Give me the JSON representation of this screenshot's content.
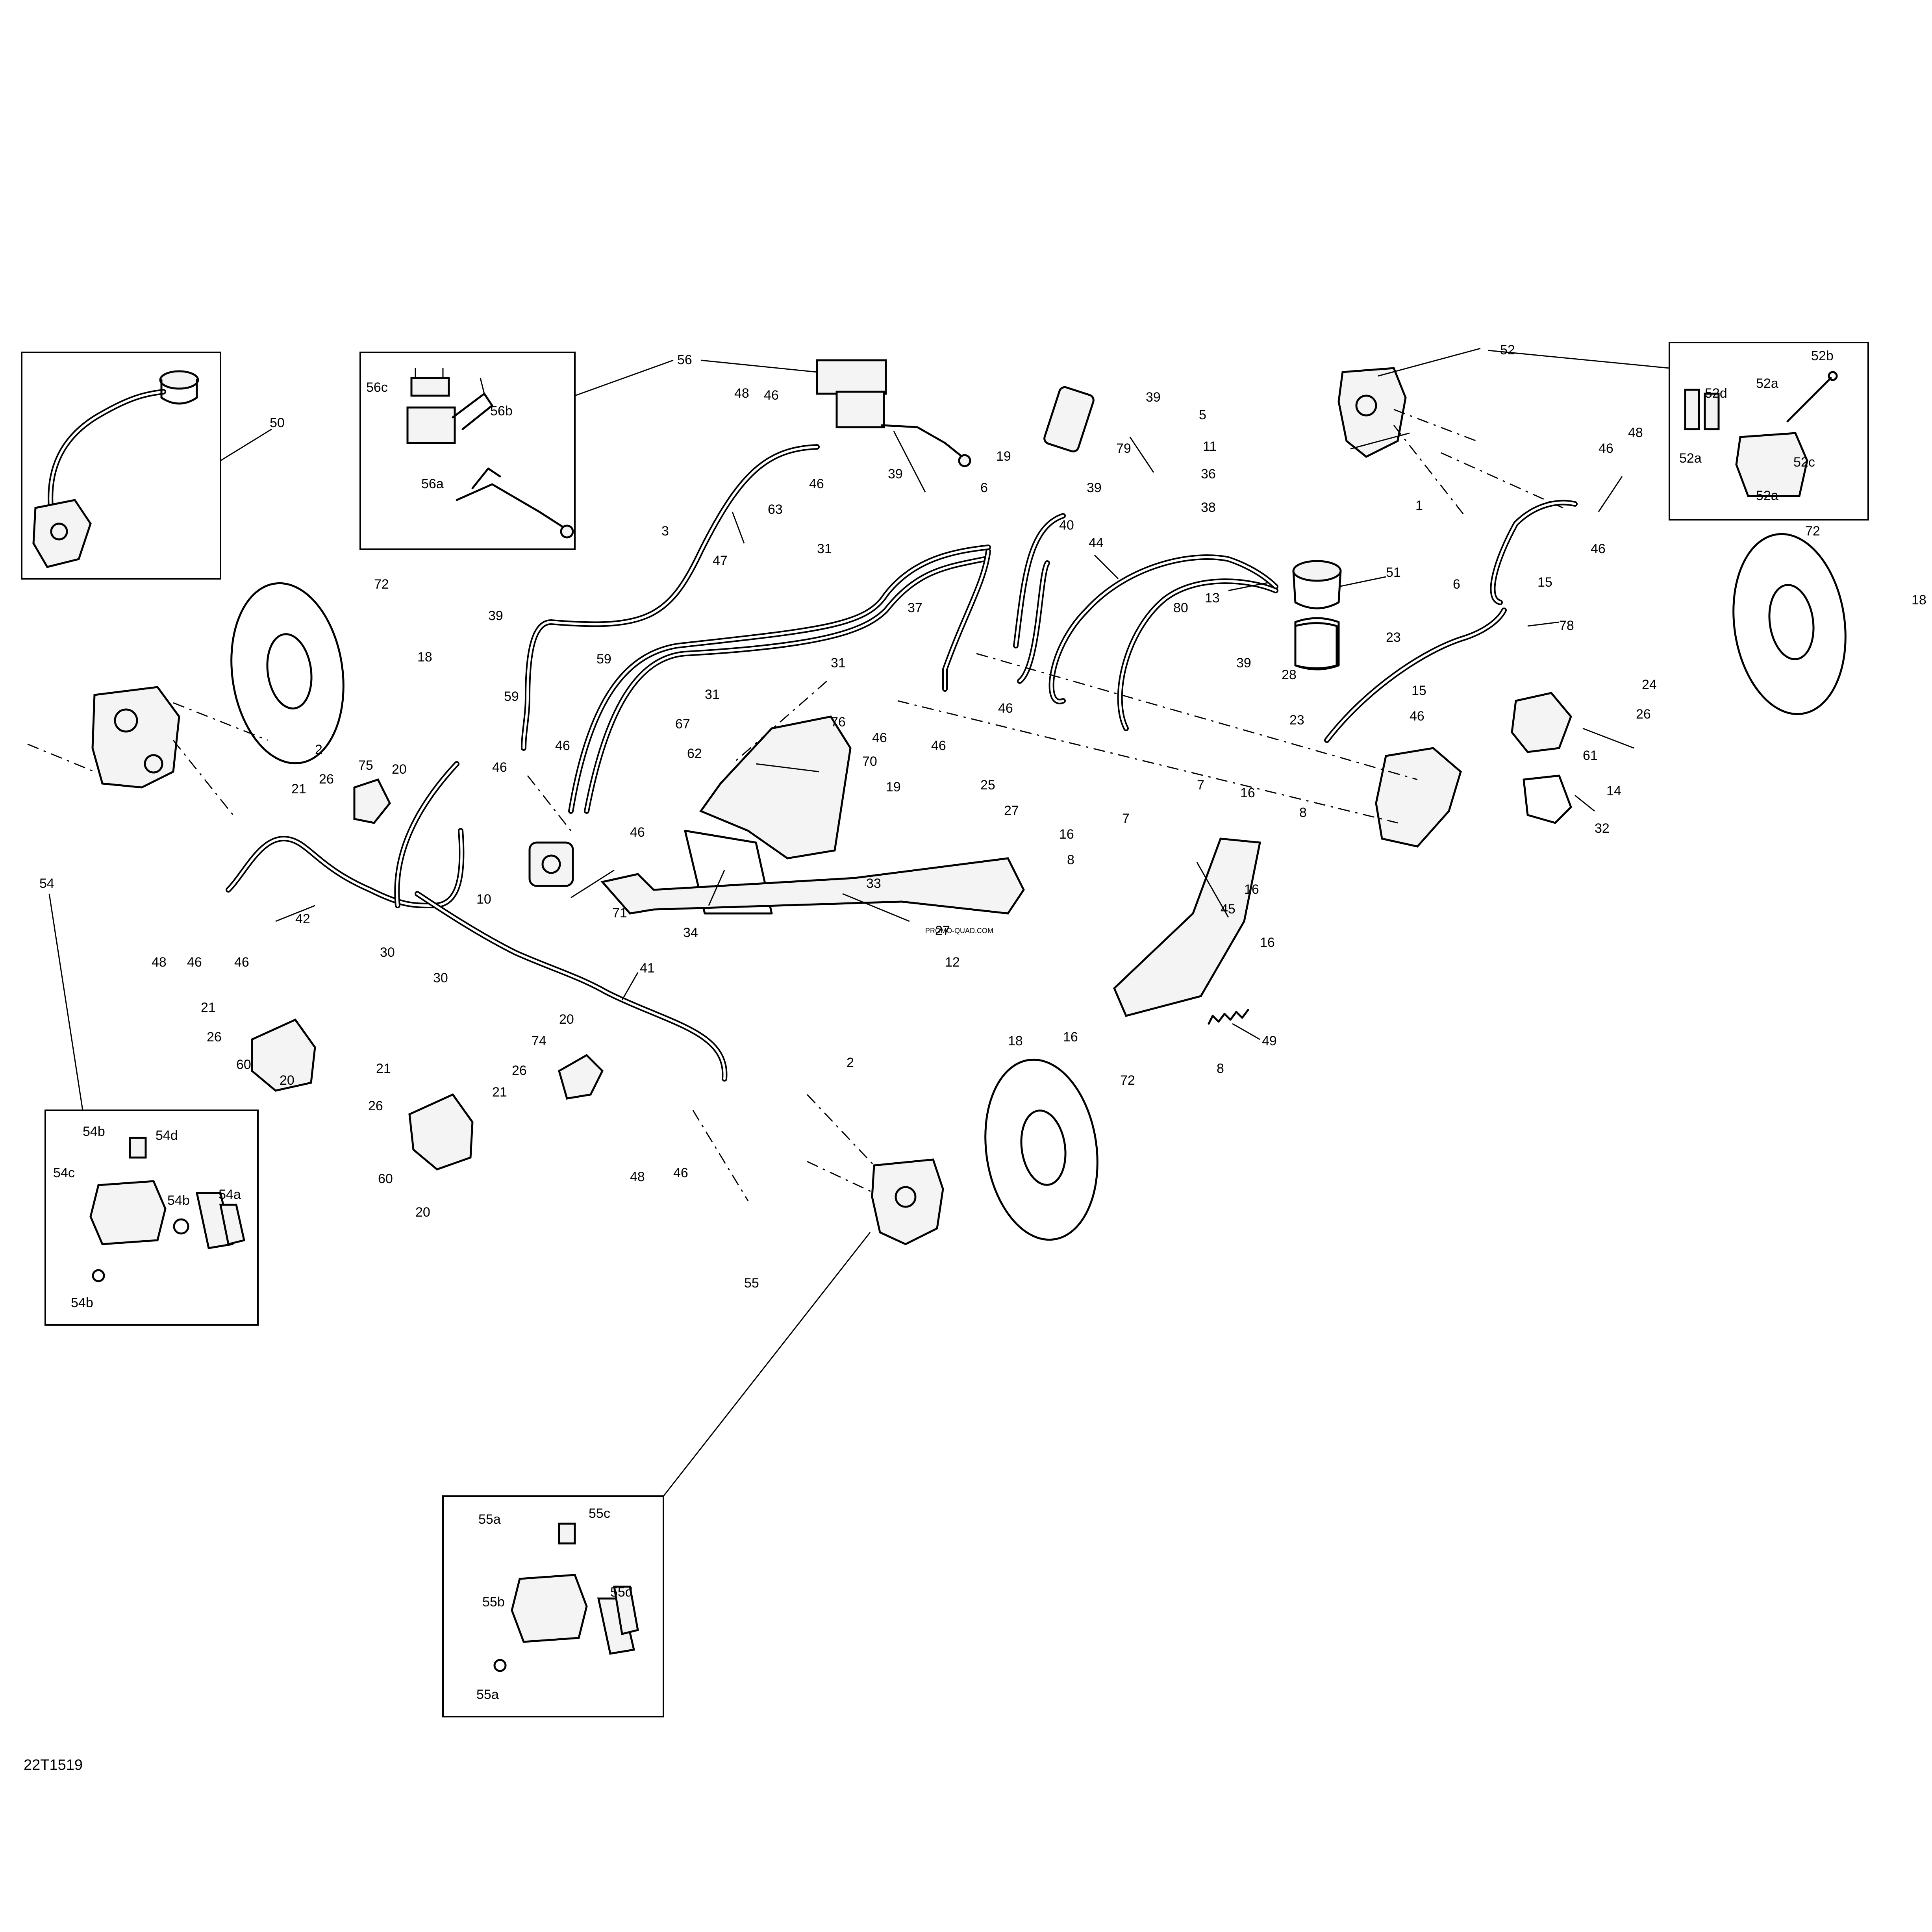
{
  "diagram_id": "22T1519",
  "watermark": "PROMO-QUAD.COM",
  "labels": {
    "l1": "1",
    "l2a": "2",
    "l2b": "2",
    "l3": "3",
    "l5": "5",
    "l6a": "6",
    "l6b": "6",
    "l7a": "7",
    "l7b": "7",
    "l8a": "8",
    "l8b": "8",
    "l8c": "8",
    "l10": "10",
    "l11": "11",
    "l12": "12",
    "l13": "13",
    "l14": "14",
    "l15a": "15",
    "l15b": "15",
    "l16a": "16",
    "l16b": "16",
    "l16c": "16",
    "l16d": "16",
    "l16e": "16",
    "l18a": "18",
    "l18b": "18",
    "l18c": "18",
    "l19a": "19",
    "l19b": "19",
    "l20a": "20",
    "l20b": "20",
    "l20c": "20",
    "l20d": "20",
    "l21a": "21",
    "l21b": "21",
    "l21c": "21",
    "l21d": "21",
    "l23a": "23",
    "l23b": "23",
    "l24": "24",
    "l25": "25",
    "l26a": "26",
    "l26b": "26",
    "l26c": "26",
    "l26d": "26",
    "l26e": "26",
    "l27a": "27",
    "l27b": "27",
    "l28": "28",
    "l30a": "30",
    "l30b": "30",
    "l31a": "31",
    "l31b": "31",
    "l31c": "31",
    "l32": "32",
    "l33": "33",
    "l34": "34",
    "l36": "36",
    "l37": "37",
    "l38": "38",
    "l39a": "39",
    "l39b": "39",
    "l39c": "39",
    "l39d": "39",
    "l39e": "39",
    "l40": "40",
    "l41": "41",
    "l42": "42",
    "l44": "44",
    "l45": "45",
    "l46a": "46",
    "l46b": "46",
    "l46c": "46",
    "l46d": "46",
    "l46e": "46",
    "l46f": "46",
    "l46g": "46",
    "l46h": "46",
    "l46i": "46",
    "l46j": "46",
    "l46k": "46",
    "l46l": "46",
    "l46m": "46",
    "l46n": "46",
    "l47": "47",
    "l48a": "48",
    "l48b": "48",
    "l48c": "48",
    "l48d": "48",
    "l49": "49",
    "l50": "50",
    "l51": "51",
    "l52": "52",
    "l52a1": "52a",
    "l52a2": "52a",
    "l52a3": "52a",
    "l52b": "52b",
    "l52c": "52c",
    "l52d": "52d",
    "l54": "54",
    "l54a": "54a",
    "l54b1": "54b",
    "l54b2": "54b",
    "l54b3": "54b",
    "l54c": "54c",
    "l54d": "54d",
    "l55": "55",
    "l55a1": "55a",
    "l55a2": "55a",
    "l55b": "55b",
    "l55c": "55c",
    "l55d": "55d",
    "l56": "56",
    "l56a": "56a",
    "l56b": "56b",
    "l56c": "56c",
    "l59a": "59",
    "l59b": "59",
    "l60a": "60",
    "l60b": "60",
    "l61": "61",
    "l62": "62",
    "l63": "63",
    "l67": "67",
    "l70": "70",
    "l71": "71",
    "l72a": "72",
    "l72b": "72",
    "l72c": "72",
    "l74": "74",
    "l75": "75",
    "l76": "76",
    "l78": "78",
    "l79": "79",
    "l80": "80"
  }
}
